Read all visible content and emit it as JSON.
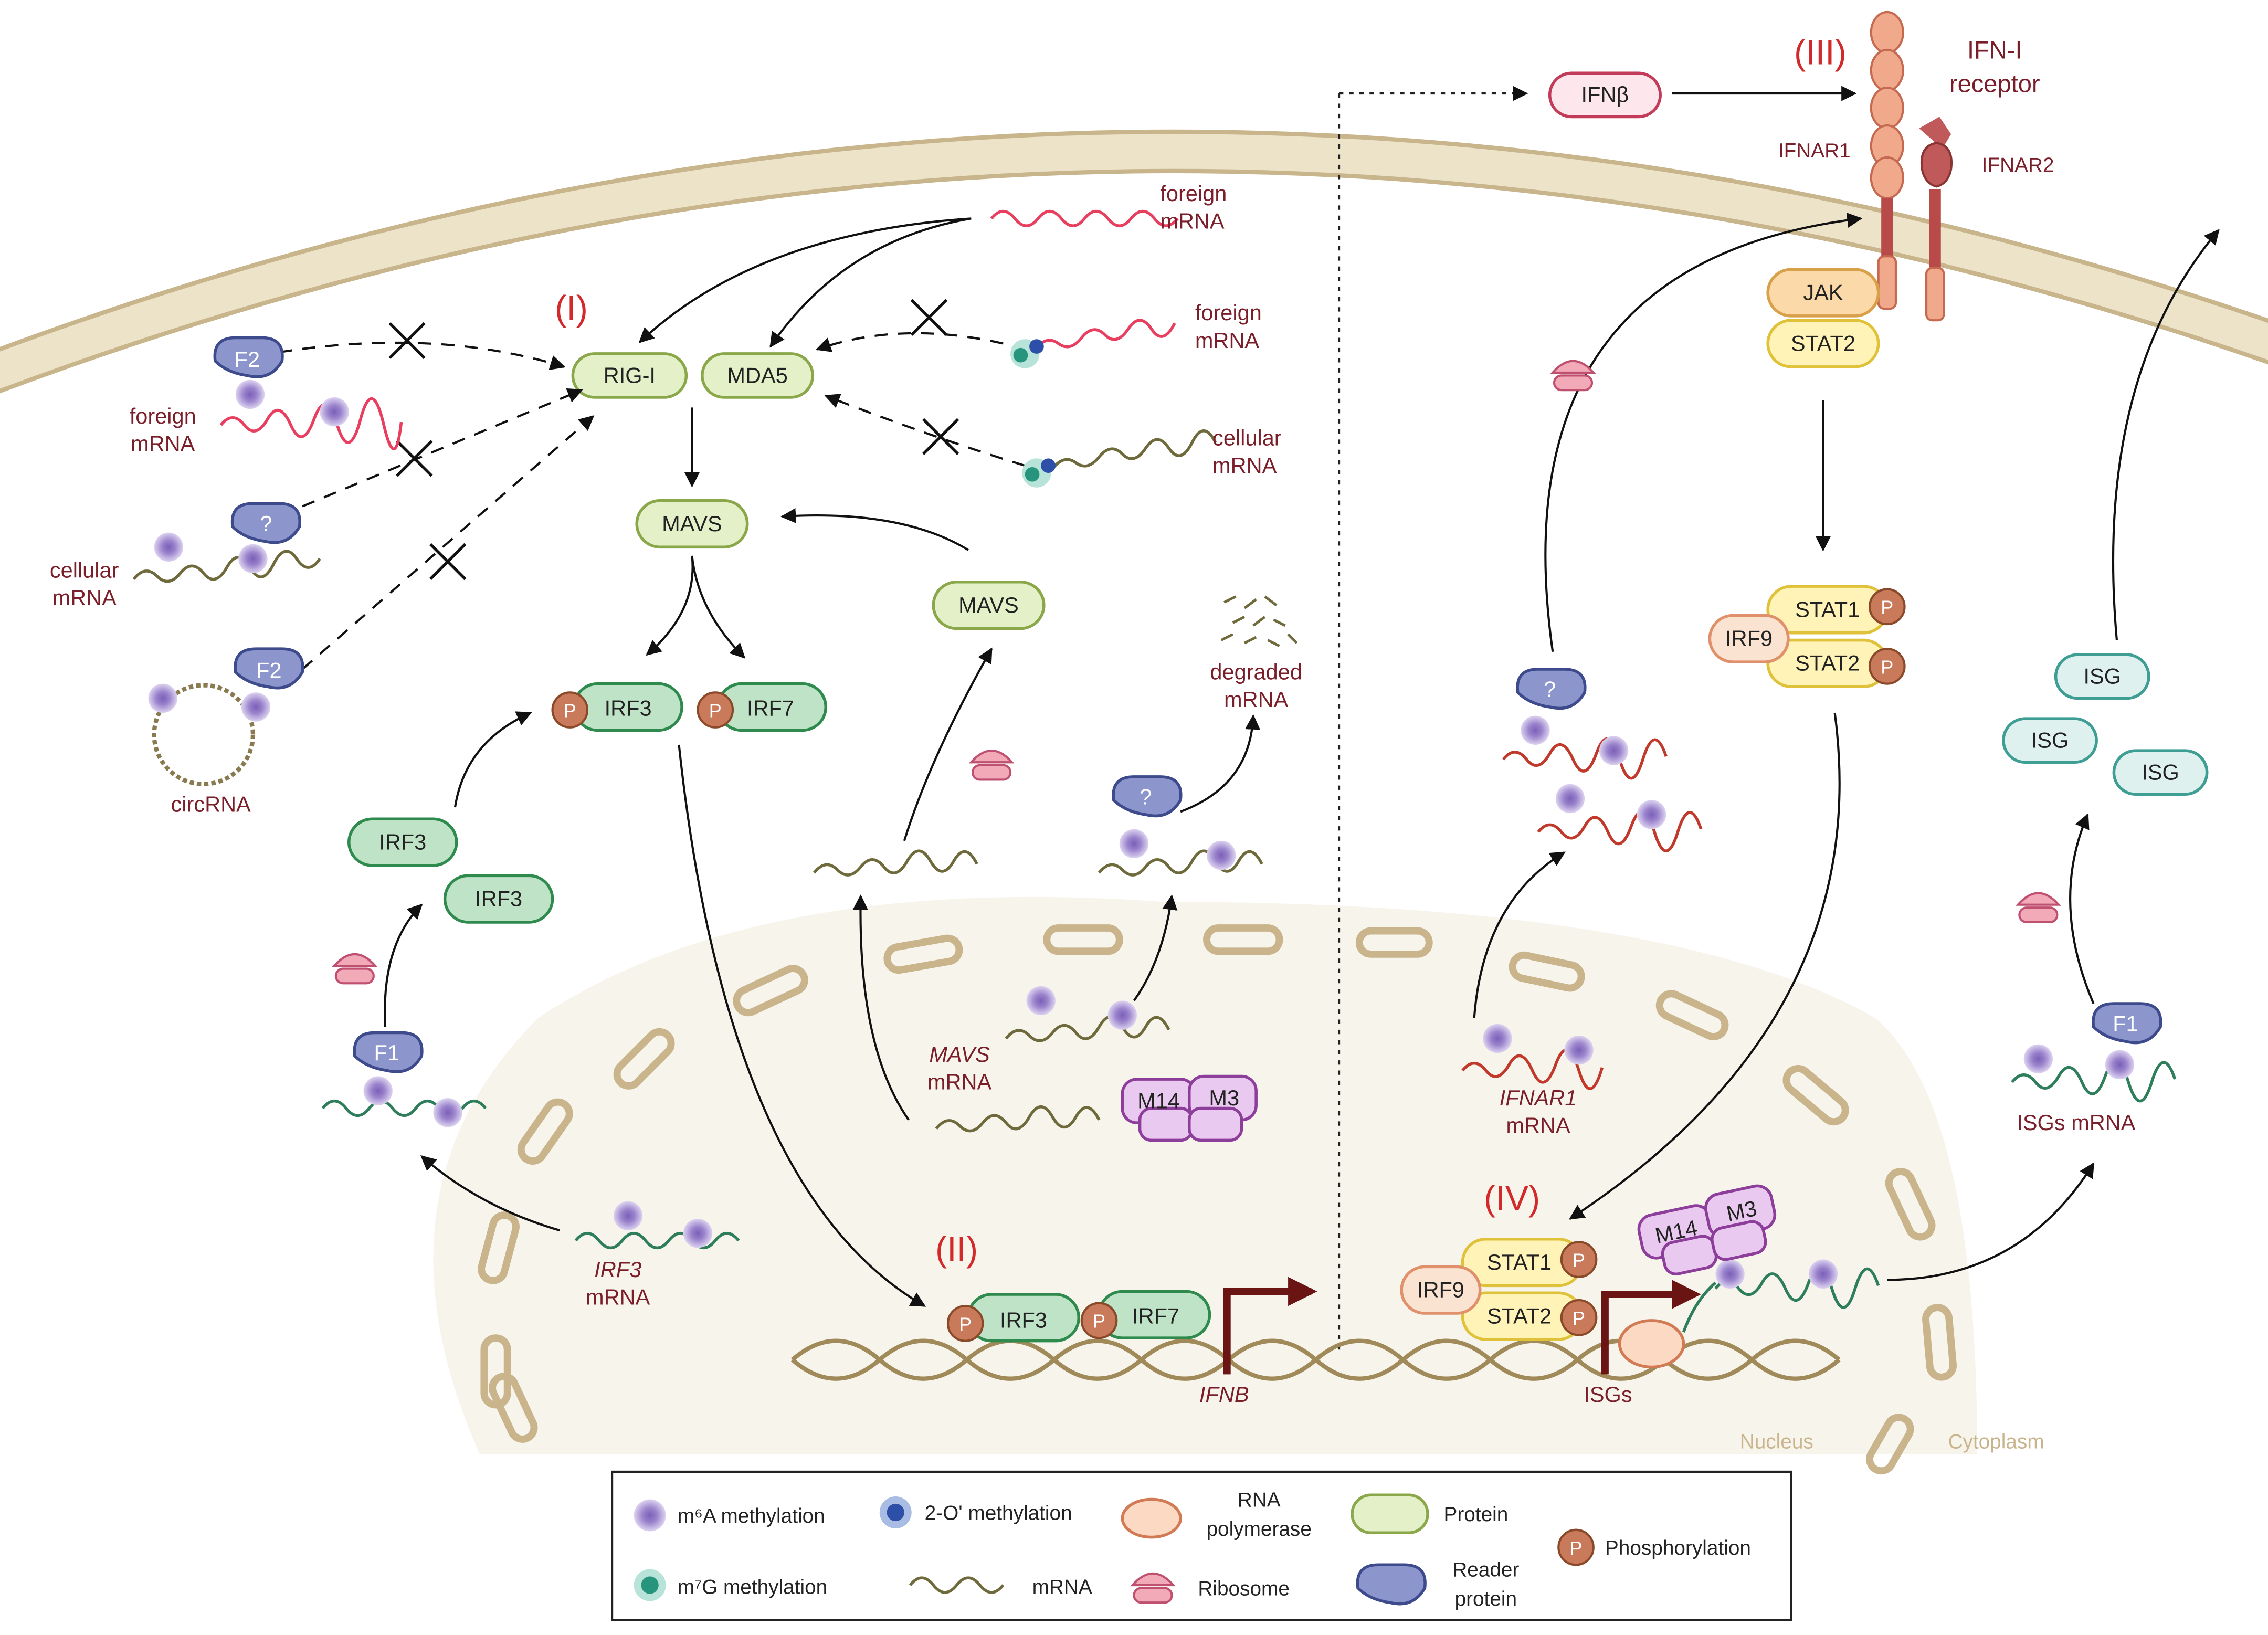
{
  "stages": {
    "I": "(I)",
    "II": "(II)",
    "III": "(III)",
    "IV": "(IV)"
  },
  "labels": {
    "foreign_mrna_top": [
      "foreign",
      "mRNA"
    ],
    "foreign_mrna_mid": [
      "foreign",
      "mRNA"
    ],
    "foreign_mrna_left": [
      "foreign",
      "mRNA"
    ],
    "cellular_mrna_right": [
      "cellular",
      "mRNA"
    ],
    "cellular_mrna_left": [
      "cellular",
      "mRNA"
    ],
    "circrna": "circRNA",
    "degraded": [
      "degraded",
      "mRNA"
    ],
    "mavs_mrna": [
      "MAVS",
      "mRNA"
    ],
    "irf3_mrna": [
      "IRF3",
      "mRNA"
    ],
    "ifnar1_mrna": [
      "IFNAR1",
      "mRNA"
    ],
    "isgs_mrna": "ISGs mRNA",
    "ifnb_gene": "IFNB",
    "isgs_gene": "ISGs",
    "receptor": [
      "IFN-I",
      "receptor"
    ],
    "ifnar1": "IFNAR1",
    "ifnar2": "IFNAR2",
    "nucleus": "Nucleus",
    "cytoplasm": "Cytoplasm"
  },
  "proteins": {
    "rigi": "RIG-I",
    "mda5": "MDA5",
    "mavs": "MAVS",
    "irf3": "IRF3",
    "irf7": "IRF7",
    "irf9": "IRF9",
    "stat1": "STAT1",
    "stat2": "STAT2",
    "jak": "JAK",
    "ifnb": "IFNβ",
    "isg": "ISG"
  },
  "readers": {
    "f1": "F1",
    "f2": "F2",
    "unknown": "?",
    "m14": "M14",
    "m3": "M3",
    "p": "P"
  },
  "legend": {
    "m6a": "m⁶A methylation",
    "o2": "2-O' methylation",
    "rnapol": [
      "RNA",
      "polymerase"
    ],
    "protein": "Protein",
    "m7g": "m⁷G methylation",
    "mrna": "mRNA",
    "ribosome": "Ribosome",
    "reader": [
      "Reader",
      "protein"
    ],
    "phos": "Phosphorylation"
  },
  "colors": {
    "membrane": "#e9dfc6",
    "membrane_edge": "#c8b58c",
    "nucleus_fill": "#f7f4ec",
    "nucleus_pore": "#c9b48c",
    "protein_green_light": "#e4f0c8",
    "protein_green_edge": "#8aa84a",
    "irf_green": "#bfe3c7",
    "irf_edge": "#2f8a4e",
    "stat_yellow": "#fff3b8",
    "stat_edge": "#e0c23a",
    "irf9_fill": "#fbe3d2",
    "irf9_edge": "#e0906a",
    "jak_fill": "#fbd9a8",
    "jak_edge": "#d9a04a",
    "isg_fill": "#dff1ee",
    "isg_edge": "#3e9e94",
    "reader_blue": "#8c96cc",
    "reader_edge": "#3d4a8c",
    "m6a": "#b7a7d8",
    "m6a_core": "#7c5fb8",
    "o2_blue": "#2e4fa8",
    "m7g_teal": "#27957e",
    "phos": "#c97a5a",
    "m_complex": "#e9c9ef",
    "m_complex_edge": "#8d3e9a",
    "ribosome": "#f2a9b8",
    "receptor_salmon": "#f0a98a",
    "receptor_dark": "#b84a4a",
    "foreign_rna": "#e83e5f",
    "cellular_rna": "#6f6a3c",
    "dark_red_rna": "#c0392b",
    "green_rna": "#2e7d5b",
    "arrow_dark": "#6a1414"
  }
}
